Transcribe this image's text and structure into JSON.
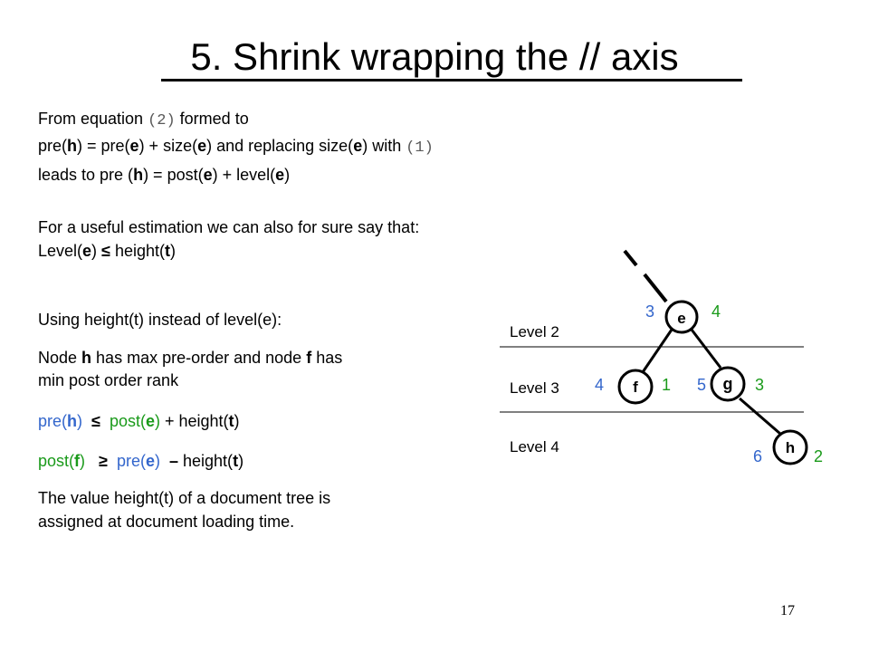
{
  "slide": {
    "title": "5.   Shrink wrapping the // axis",
    "page_number": "17"
  },
  "text": {
    "p1": {
      "l1_a": "From equation ",
      "l1_eq": "(2)",
      "l1_b": " formed to",
      "l2_a": "pre(",
      "l2_h": "h",
      "l2_b": ") =  pre(",
      "l2_e1": "e",
      "l2_c": ") + size(",
      "l2_e2": "e",
      "l2_d": ") and replacing size(",
      "l2_e3": "e",
      "l2_e": ") with ",
      "l2_eq": "(1)",
      "l3_a": "leads to  pre (",
      "l3_h": "h",
      "l3_b": ") = post(",
      "l3_e1": "e",
      "l3_c": ") + level(",
      "l3_e2": "e",
      "l3_d": ")"
    },
    "p2": {
      "l1": "For a useful estimation we can also for sure say that:",
      "l2_a": "Level(",
      "l2_e": "e",
      "l2_b": ")  ",
      "l2_sym": "≤",
      "l2_c": " height(",
      "l2_t": "t",
      "l2_d": ")"
    },
    "p3": {
      "using": "Using height(t) instead of level(e):",
      "node_a": "Node ",
      "node_h": "h",
      "node_b": " has max pre-order and node ",
      "node_f": "f",
      "node_c": " has",
      "node_l2": "min post order rank",
      "pre_a": "pre(",
      "pre_h": "h",
      "pre_b": ")",
      "pre_sym": "≤",
      "pre_c": "post(",
      "pre_e": "e",
      "pre_d": ")",
      "pre_rest_a": " + height(",
      "pre_t": "t",
      "pre_rest_b": ")",
      "post_a": "post(",
      "post_f": "f",
      "post_b": ")",
      "post_sym": "≥",
      "post_c": "pre(",
      "post_e": "e",
      "post_d": ")",
      "post_dash": "–",
      "post_rest_a": " height(",
      "post_t": "t",
      "post_rest_b": ")",
      "value_l1": "The value height(t) of a document tree is",
      "value_l2": "assigned at document loading time."
    }
  },
  "diagram": {
    "levels": [
      "Level 2",
      "Level 3",
      "Level 4"
    ],
    "nodes": {
      "e": {
        "label": "e",
        "pre": "3",
        "post": "4"
      },
      "f": {
        "label": "f",
        "pre": "4",
        "post": "1"
      },
      "g": {
        "label": "g",
        "pre": "5",
        "post": "3"
      },
      "h": {
        "label": "h",
        "pre": "6",
        "post": "2"
      }
    },
    "colors": {
      "pre": "#3366cc",
      "post": "#1a9a1a",
      "line": "#000000"
    }
  }
}
